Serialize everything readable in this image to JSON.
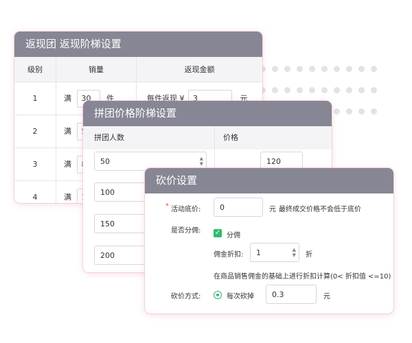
{
  "tier_card": {
    "title": "返现团 返现阶梯设置",
    "columns": [
      "级别",
      "销量",
      "返现金额"
    ],
    "rows": [
      {
        "level": "1",
        "prefix": "满",
        "qty": "30",
        "unit": "件",
        "cash_label": "每件返现 ¥",
        "cash": "3",
        "cash_unit": "元"
      },
      {
        "level": "2",
        "prefix": "满",
        "qty": "5",
        "unit": "",
        "cash_label": "",
        "cash": "",
        "cash_unit": ""
      },
      {
        "level": "3",
        "prefix": "满",
        "qty": "8",
        "unit": "",
        "cash_label": "",
        "cash": "",
        "cash_unit": ""
      },
      {
        "level": "4",
        "prefix": "满",
        "qty": "1",
        "unit": "",
        "cash_label": "",
        "cash": "",
        "cash_unit": ""
      }
    ]
  },
  "group_card": {
    "title": "拼团价格阶梯设置",
    "columns": [
      "拼团人数",
      "价格"
    ],
    "rows": [
      {
        "people": "50",
        "price": "120"
      },
      {
        "people": "100",
        "price": ""
      },
      {
        "people": "150",
        "price": ""
      },
      {
        "people": "200",
        "price": ""
      }
    ]
  },
  "bargain_card": {
    "title": "砍价设置",
    "floor_label": "活动底价:",
    "required_mark": "*",
    "floor_value": "0",
    "floor_unit": "元",
    "floor_note": "最终成交价格不会低于底价",
    "commission_label": "是否分佣:",
    "commission_check_label": "分佣",
    "discount_label": "佣金折扣:",
    "discount_value": "1",
    "discount_unit": "折",
    "discount_note": "在商品销售佣金的基础上进行折扣计算(0< 折扣值 <=10)",
    "method_label": "砍价方式:",
    "method_option": "每次砍掉",
    "method_value": "0.3",
    "method_unit": "元"
  },
  "colors": {
    "header": "#878695",
    "accent_green": "#2ebd6a",
    "required": "#e0505a"
  }
}
